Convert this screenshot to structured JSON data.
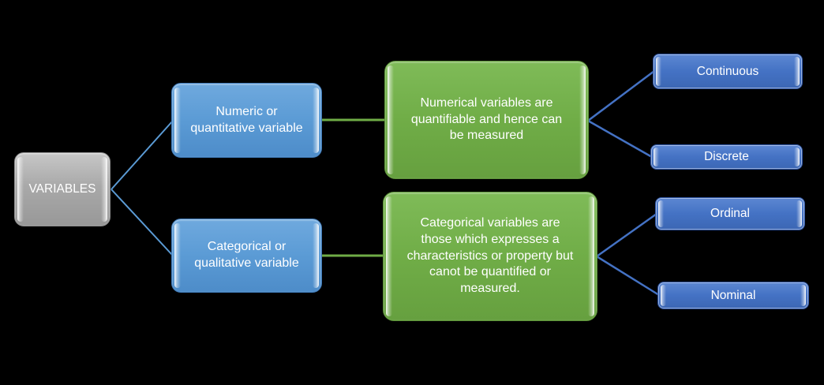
{
  "diagram": {
    "title": "Variables classification diagram",
    "background": "#000000",
    "colors": {
      "root_fill": "#A9A9A9",
      "branch_fill": "#5B9BD5",
      "description_fill": "#70AD47",
      "leaf_fill": "#4472C4",
      "text": "#FFFFFF",
      "left_connector": "#5B9BD5",
      "middle_connector": "#6FAC46",
      "right_connector": "#4472C4"
    },
    "root": {
      "label": "VARIABLES"
    },
    "branches": [
      {
        "id": "numeric",
        "label": "Numeric or\nquantitative variable"
      },
      {
        "id": "categorical",
        "label": "Categorical or\nqualitative variable"
      }
    ],
    "descriptions": [
      {
        "id": "numeric-desc",
        "label": "Numerical variables are\nquantifiable and hence can\nbe measured"
      },
      {
        "id": "categorical-desc",
        "label": "Categorical variables are\nthose which expresses  a\ncharacteristics or property but\ncanot be quantified or\nmeasured."
      }
    ],
    "leaves": [
      {
        "id": "continuous",
        "label": "Continuous"
      },
      {
        "id": "discrete",
        "label": "Discrete"
      },
      {
        "id": "ordinal",
        "label": "Ordinal"
      },
      {
        "id": "nominal",
        "label": "Nominal"
      }
    ],
    "edges": [
      {
        "from": "root",
        "to": "numeric"
      },
      {
        "from": "root",
        "to": "categorical"
      },
      {
        "from": "numeric",
        "to": "numeric-desc"
      },
      {
        "from": "categorical",
        "to": "categorical-desc"
      },
      {
        "from": "numeric-desc",
        "to": "continuous"
      },
      {
        "from": "numeric-desc",
        "to": "discrete"
      },
      {
        "from": "categorical-desc",
        "to": "ordinal"
      },
      {
        "from": "categorical-desc",
        "to": "nominal"
      }
    ]
  }
}
